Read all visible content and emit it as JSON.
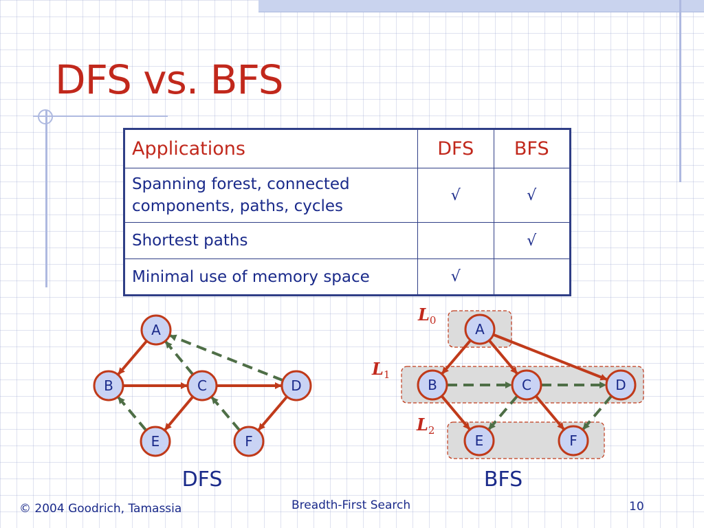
{
  "title": "DFS vs. BFS",
  "table": {
    "headers": [
      "Applications",
      "DFS",
      "BFS"
    ],
    "rows": [
      {
        "application": "Spanning forest, connected components, paths, cycles",
        "dfs": "√",
        "bfs": "√"
      },
      {
        "application": "Shortest paths",
        "dfs": "",
        "bfs": "√"
      },
      {
        "application": "Minimal use of memory space",
        "dfs": "√",
        "bfs": ""
      }
    ]
  },
  "dfs_graph": {
    "caption": "DFS",
    "nodes": [
      "A",
      "B",
      "C",
      "D",
      "E",
      "F"
    ],
    "tree_edges": [
      [
        "A",
        "B"
      ],
      [
        "B",
        "C"
      ],
      [
        "C",
        "D"
      ],
      [
        "C",
        "E"
      ],
      [
        "D",
        "F"
      ]
    ],
    "back_edges": [
      [
        "D",
        "A"
      ],
      [
        "C",
        "A"
      ],
      [
        "E",
        "B"
      ],
      [
        "F",
        "C"
      ]
    ]
  },
  "bfs_graph": {
    "caption": "BFS",
    "levels": [
      {
        "label": "L",
        "sub": "0",
        "nodes": [
          "A"
        ]
      },
      {
        "label": "L",
        "sub": "1",
        "nodes": [
          "B",
          "C",
          "D"
        ]
      },
      {
        "label": "L",
        "sub": "2",
        "nodes": [
          "E",
          "F"
        ]
      }
    ],
    "tree_edges": [
      [
        "A",
        "B"
      ],
      [
        "A",
        "C"
      ],
      [
        "A",
        "D"
      ],
      [
        "B",
        "E"
      ],
      [
        "C",
        "F"
      ]
    ],
    "cross_edges": [
      [
        "B",
        "C"
      ],
      [
        "C",
        "D"
      ],
      [
        "C",
        "E"
      ],
      [
        "D",
        "F"
      ]
    ]
  },
  "colors": {
    "title": "#c1281c",
    "tree_edge": "#c03a1a",
    "non_tree_edge": "#4e6e46",
    "node_fill": "#c9d3f4",
    "node_stroke": "#c03a1a",
    "table_border": "#2f3e86",
    "text": "#1a2a8a",
    "level_box": "#dcdcdc"
  },
  "footer": {
    "copyright": "© 2004 Goodrich, Tamassia",
    "center": "Breadth-First Search",
    "page": "10"
  }
}
